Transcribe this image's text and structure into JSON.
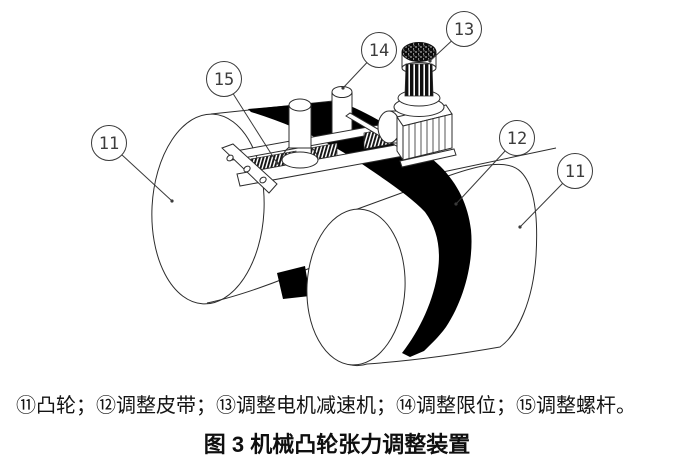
{
  "figure": {
    "caption_legend": "⑪凸轮；⑫调整皮带；⑬调整电机减速机；⑭调整限位；⑮调整螺杆。",
    "caption_title": "图 3 机械凸轮张力调整装置",
    "legend_items": [
      {
        "number": "⑪",
        "label": "凸轮"
      },
      {
        "number": "⑫",
        "label": "调整皮带"
      },
      {
        "number": "⑬",
        "label": "调整电机减速机"
      },
      {
        "number": "⑭",
        "label": "调整限位"
      },
      {
        "number": "⑮",
        "label": "调整螺杆"
      }
    ],
    "markers": [
      {
        "n": "11"
      },
      {
        "n": "15"
      },
      {
        "n": "14"
      },
      {
        "n": "13"
      },
      {
        "n": "12"
      },
      {
        "n": "11"
      }
    ],
    "colors": {
      "line": "#2c2c2c",
      "belt": "#000000",
      "background": "#ffffff"
    }
  }
}
